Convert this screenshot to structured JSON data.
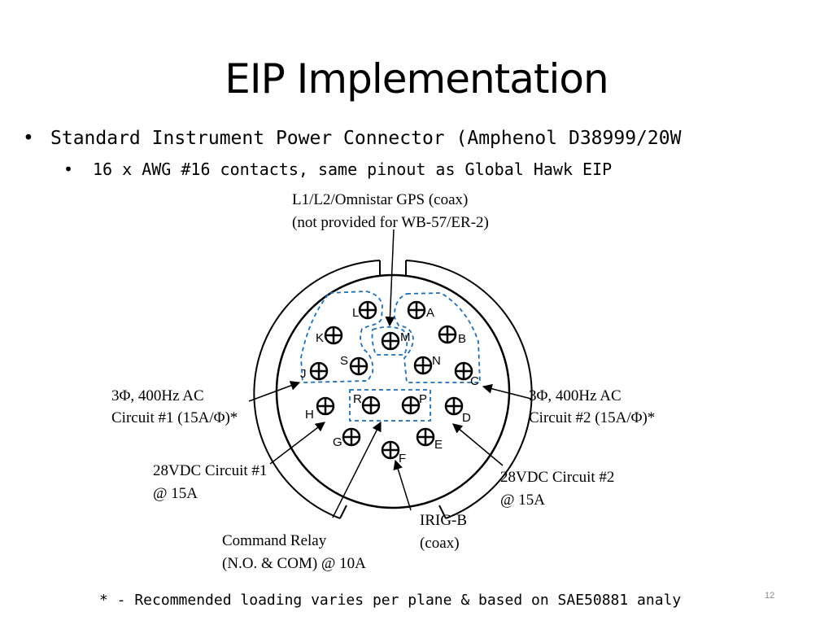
{
  "title": "EIP Implementation",
  "bullets": [
    {
      "marker": "•",
      "text": "Standard Instrument Power Connector (Amphenol D38999/20W"
    },
    {
      "marker": "•",
      "text": "16 x AWG #16 contacts, same pinout as Global Hawk EIP"
    }
  ],
  "diagram": {
    "pins": [
      "L",
      "A",
      "K",
      "M",
      "B",
      "S",
      "N",
      "J",
      "C",
      "R",
      "P",
      "H",
      "D",
      "G",
      "E",
      "F"
    ],
    "callouts": {
      "gps": [
        "L1/L2/Omnistar GPS (coax)",
        "(not provided for WB-57/ER-2)"
      ],
      "ac1": [
        "3Φ, 400Hz  AC",
        "Circuit #1 (15A/Φ)*"
      ],
      "ac2": [
        "3Φ, 400Hz  AC",
        "Circuit #2 (15A/Φ)*"
      ],
      "dc1": [
        "28VDC Circuit #1",
        "@ 15A"
      ],
      "dc2": [
        "28VDC Circuit #2",
        "@ 15A"
      ],
      "irig": [
        "IRIG-B",
        "(coax)"
      ],
      "relay": [
        "Command Relay",
        "(N.O. & COM) @ 10A"
      ]
    }
  },
  "footnote": "* - Recommended loading varies per plane & based on SAE50881 analy",
  "page_number": "12"
}
